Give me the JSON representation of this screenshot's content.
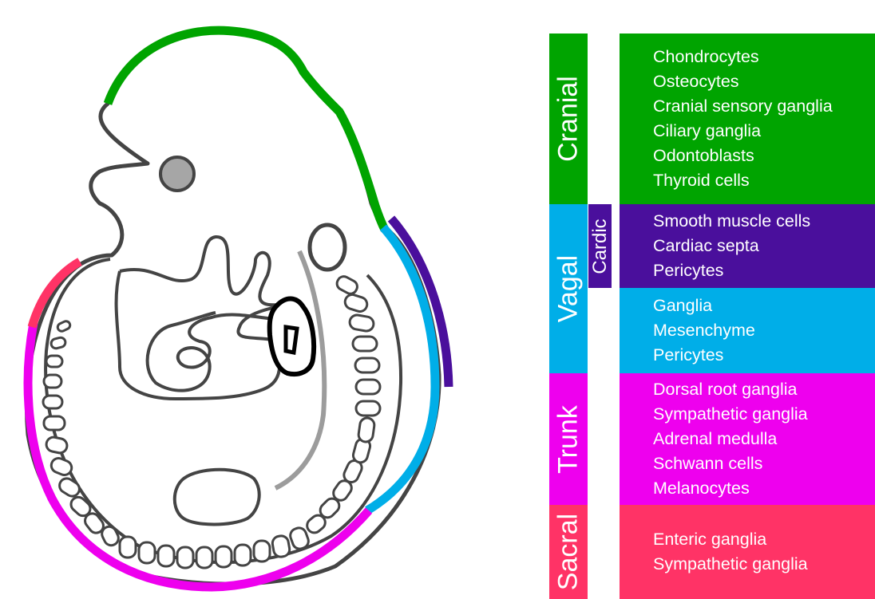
{
  "colors": {
    "cranial": "#00a400",
    "vagal": "#00aee8",
    "cardic": "#4a0f9c",
    "trunk": "#ee00ee",
    "sacral": "#ff3366",
    "outline": "#444444",
    "grey": "#9c9c9c",
    "eye": "#a6a6a6"
  },
  "regions": {
    "cranial": "Cranial",
    "vagal": "Vagal",
    "cardic": "Cardic",
    "trunk": "Trunk",
    "sacral": "Sacral"
  },
  "derivatives": {
    "cranial": [
      "Chondrocytes",
      "Osteocytes",
      "Cranial sensory ganglia",
      "Ciliary ganglia",
      "Odontoblasts",
      "Thyroid cells"
    ],
    "cardic": [
      "Smooth muscle cells",
      "Cardiac septa",
      "Pericytes"
    ],
    "vagal": [
      "Ganglia",
      "Mesenchyme",
      "Pericytes"
    ],
    "trunk": [
      "Dorsal root ganglia",
      "Sympathetic ganglia",
      "Adrenal medulla",
      "Schwann cells",
      "Melanocytes"
    ],
    "sacral": [
      "Enteric ganglia",
      "Sympathetic ganglia"
    ]
  }
}
